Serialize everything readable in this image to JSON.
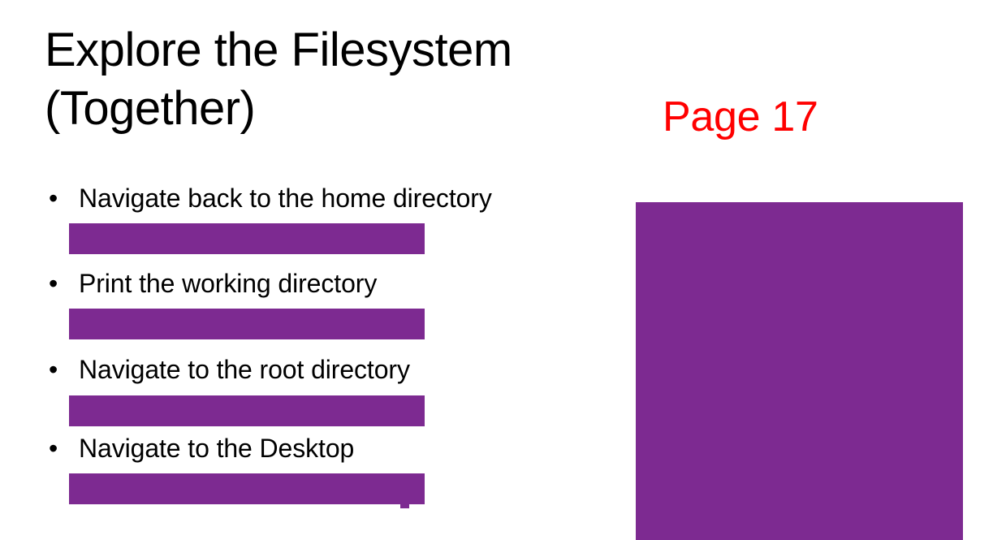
{
  "slide": {
    "background_color": "#ffffff",
    "title": "Explore the Filesystem\n(Together)",
    "page_label": "Page 17",
    "page_label_color": "#ff0000",
    "accent_color": "#7d2a91",
    "text_color": "#000000",
    "bullet_glyph": "•",
    "bullets": [
      {
        "text": "Navigate back to the home directory",
        "redacted_command": ""
      },
      {
        "text": "Print the working directory",
        "redacted_command": ""
      },
      {
        "text": "Navigate to the root directory",
        "redacted_command": ""
      },
      {
        "text": "Navigate to the Desktop",
        "redacted_command": ""
      }
    ],
    "image_placeholder": {
      "fill_color": "#7d2a91"
    }
  }
}
